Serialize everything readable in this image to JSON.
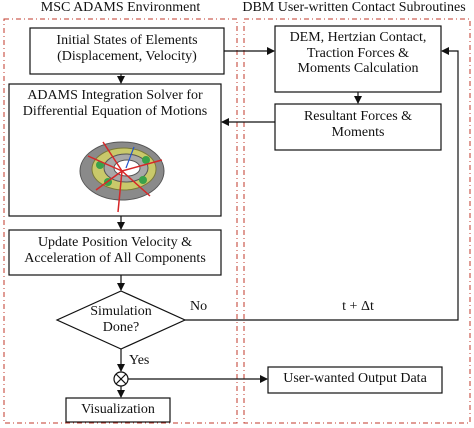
{
  "sections": {
    "left_title": "MSC ADAMS Environment",
    "right_title": "DBM User-written Contact Subroutines"
  },
  "boxes": {
    "initial_states": "Initial States of Elements\n(Displacement, Velocity)",
    "integration_solver": "ADAMS Integration Solver for\nDifferential Equation of Motions",
    "update_position": "Update Position Velocity &\nAcceleration of All Components",
    "simulation_done": "Simulation\nDone?",
    "visualization": "Visualization",
    "dem_contact": "DEM, Hertzian Contact,\nTraction Forces &\nMoments Calculation",
    "resultant_forces": "Resultant Forces &\nMoments",
    "user_output": "User-wanted Output Data"
  },
  "labels": {
    "no": "No",
    "yes": "Yes",
    "time_step": "t + Δt"
  },
  "colors": {
    "boundary_dash": "#c0392b",
    "box_stroke": "#111111",
    "arrow": "#111111",
    "bearing_body": "#8a8a8a",
    "bearing_highlight": "#c9c96a",
    "force_vectors": "#d62728"
  },
  "icons": {
    "bearing_illustration": "bearing-icon",
    "summing_junction": "summing-junction-icon"
  }
}
